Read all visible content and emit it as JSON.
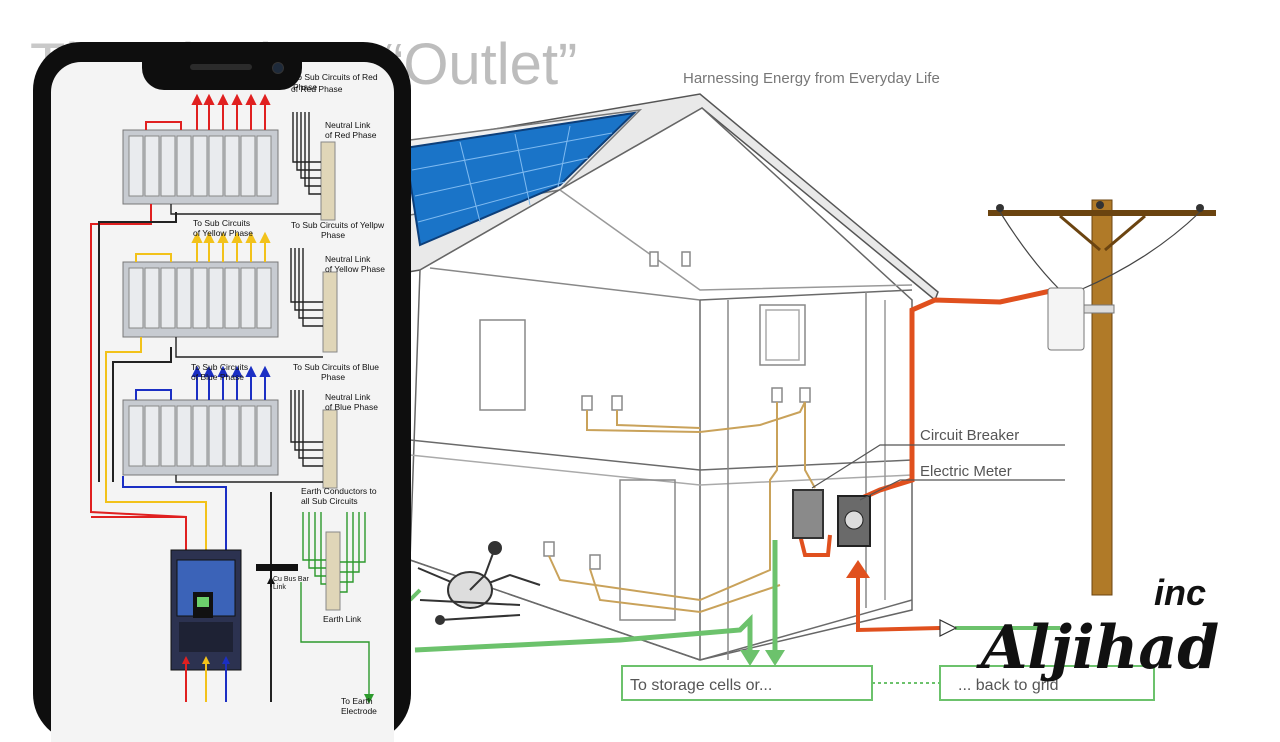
{
  "header": {
    "title_prefix": "The Ideal",
    "title_word": "“Outlet”",
    "tagline": "Harnessing Energy from Everyday Life"
  },
  "house_labels": {
    "circuit_breaker": "Circuit Breaker",
    "electric_meter": "Electric Meter",
    "storage": "To storage cells or...",
    "grid": "... back to grid"
  },
  "phone_diagram": {
    "red_subcircuits": "To Sub Circuits of Red Phase",
    "red_subcircuits_top": "of Red Phase",
    "neutral_red_1": "Neutral Link",
    "neutral_red_2": "of Red Phase",
    "yellow_subcircuits_left_1": "To Sub Circuits",
    "yellow_subcircuits_left_2": "of Yellow Phase",
    "yellow_subcircuits_right_1": "To Sub Circuits of Yellpw",
    "yellow_subcircuits_right_2": "Phase",
    "neutral_yellow_1": "Neutral Link",
    "neutral_yellow_2": "of Yellow Phase",
    "blue_subcircuits_left_1": "To Sub Circuits",
    "blue_subcircuits_left_2": "of Blue Phase",
    "blue_subcircuits_right_1": "To Sub Circuits of Blue",
    "blue_subcircuits_right_2": "Phase",
    "neutral_blue_1": "Neutral Link",
    "neutral_blue_2": "of Blue Phase",
    "earth_conductors_1": "Earth Conductors to",
    "earth_conductors_2": "all Sub Circuits",
    "busbar_1": "Cu Bus Bar",
    "busbar_2": "Link",
    "earth_link": "Earth Link",
    "earth_electrode_1": "To Earth",
    "earth_electrode_2": "Electrode"
  },
  "watermark": {
    "top": "inc",
    "main": "Aljihad"
  },
  "colors": {
    "red_phase": "#e02020",
    "yellow_phase": "#f2c21a",
    "blue_phase": "#1b2fc4",
    "earth": "#2c9a2c",
    "house_wire": "#e0501e",
    "solar_panel": "#1a74c8",
    "pole": "#b07a28"
  }
}
